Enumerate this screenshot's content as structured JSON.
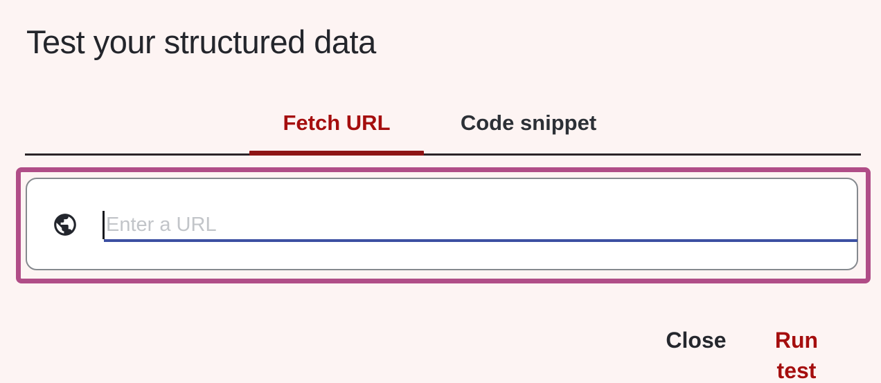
{
  "dialog": {
    "title": "Test your structured data",
    "tabs": [
      {
        "label": "Fetch URL",
        "active": true
      },
      {
        "label": "Code snippet",
        "active": false
      }
    ],
    "input": {
      "placeholder": "Enter a URL",
      "value": "",
      "icon": "globe-icon",
      "underline_color": "#3c50a2"
    },
    "actions": {
      "close_label": "Close",
      "run_label": "Run test"
    }
  },
  "annotation": {
    "type": "highlight-box",
    "color": "#b04d87"
  },
  "colors": {
    "background": "#fdf4f3",
    "accent_red": "#a50e0e",
    "tab_indicator": "#8e1414",
    "card_border": "#85898e",
    "placeholder": "#c2c5c9"
  }
}
